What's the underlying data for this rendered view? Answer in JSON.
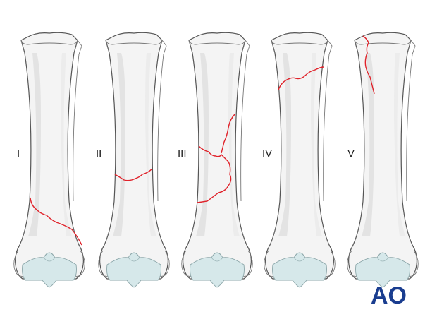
{
  "figure": {
    "bones": [
      {
        "label": "I",
        "fracture": "distal oblique fracture"
      },
      {
        "label": "II",
        "fracture": "transverse fracture of distal shaft"
      },
      {
        "label": "III",
        "fracture": "comminuted midshaft fracture"
      },
      {
        "label": "IV",
        "fracture": "transverse fracture of proximal shaft"
      },
      {
        "label": "V",
        "fracture": "proximal longitudinal fracture"
      }
    ],
    "logo": {
      "text": "AO",
      "color": "#1a3d8f"
    },
    "colors": {
      "bone_fill": "#f4f4f4",
      "bone_shade": "#e3e3e3",
      "bone_outline": "#555555",
      "cartilage": "#d6e8ea",
      "fracture_line": "#e0222a"
    }
  }
}
